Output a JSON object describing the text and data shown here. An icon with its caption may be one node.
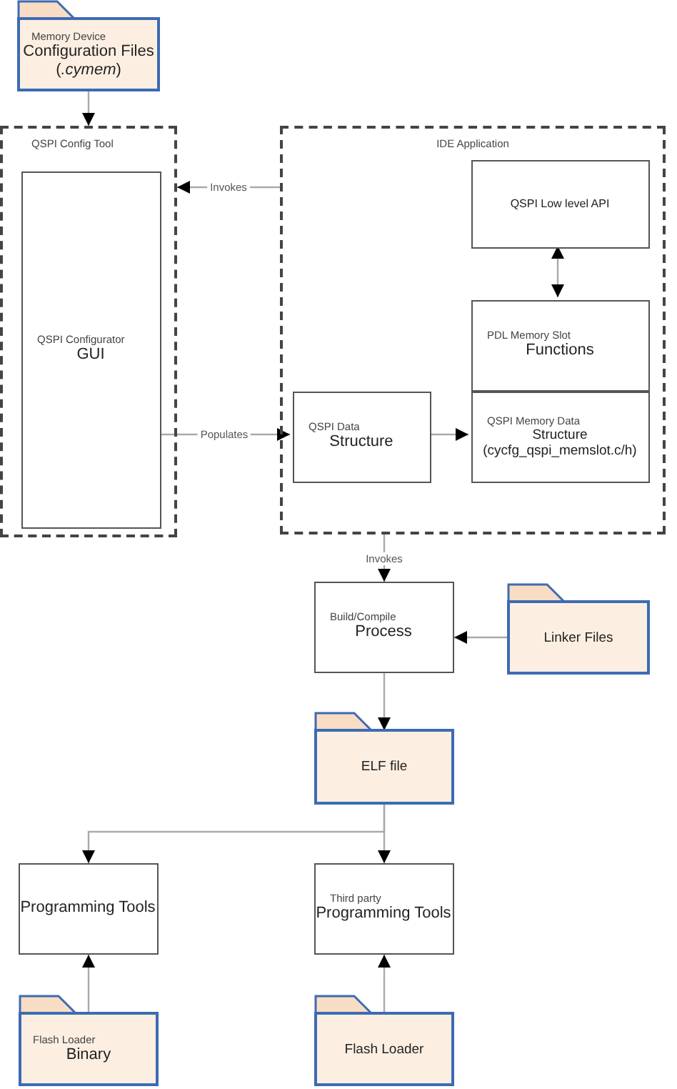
{
  "diagram": {
    "nodes": [
      {
        "text": [
          "Memory Device",
          "Configuration Files (*.cymem*)"
        ]
      },
      {
        "text": [
          "QSPI Config Tool"
        ]
      },
      {
        "text": [
          "QSPI Configurator",
          "GUI"
        ],
        "in": 1
      },
      {
        "text": [
          "IDE Application"
        ]
      },
      {
        "text": [
          "QSPI Low level API"
        ],
        "in": 3
      },
      {
        "text": [
          "PDL Memory Slot",
          "Functions"
        ],
        "in": 3
      },
      {
        "text": [
          "QSPI Memory Data",
          "Structure (cycfg_qspi_memslot.c/h)"
        ],
        "in": 3
      },
      {
        "text": [
          "QSPI Data",
          "Structure"
        ],
        "in": 3
      },
      {
        "text": [
          "Build/Compile",
          "Process"
        ]
      },
      {
        "text": [
          "Linker Files"
        ]
      },
      {
        "text": [
          "ELF file"
        ]
      },
      {
        "text": [
          "Programming Tools"
        ]
      },
      {
        "text": [
          "Third party",
          "Programming Tools"
        ]
      },
      {
        "text": [
          "Flash Loader",
          "Binary"
        ]
      },
      {
        "text": [
          "Flash Loader"
        ]
      }
    ],
    "edges": [
      {
        "from": 0,
        "to": 1,
        "arrow": "to"
      },
      {
        "from": 3,
        "to": 1,
        "arrow": "to",
        "label": "Invokes"
      },
      {
        "from": 2,
        "to": 7,
        "arrow": "to",
        "label": "Populates"
      },
      {
        "from": 4,
        "to": 5,
        "arrow": "both"
      },
      {
        "from": 7,
        "to": 6,
        "arrow": "to"
      },
      {
        "from": 3,
        "to": 8,
        "arrow": "to",
        "label": "Invokes"
      },
      {
        "from": 9,
        "to": 8,
        "arrow": "to"
      },
      {
        "from": 8,
        "to": 10,
        "arrow": "to"
      },
      {
        "from": 10,
        "to": 11,
        "arrow": "to"
      },
      {
        "from": 10,
        "to": 12,
        "arrow": "to"
      },
      {
        "from": 13,
        "to": 11,
        "arrow": "to"
      },
      {
        "from": 14,
        "to": 12,
        "arrow": "to"
      }
    ]
  }
}
